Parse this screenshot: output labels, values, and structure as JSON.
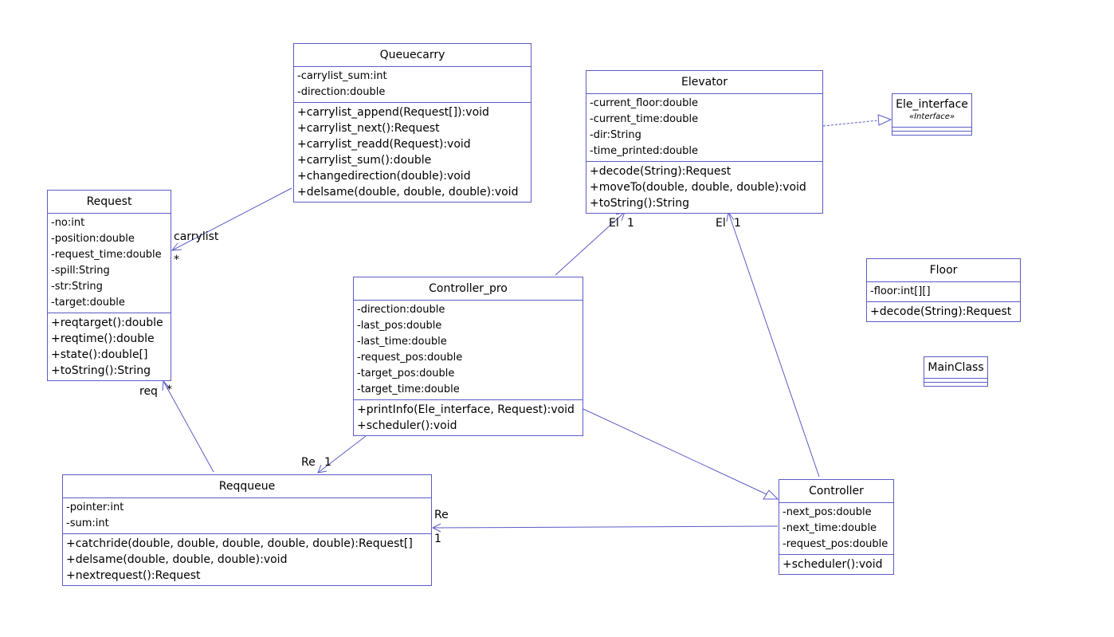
{
  "classes": {
    "queuecarry": {
      "name": "Queuecarry",
      "attributes": [
        "-carrylist_sum:int",
        "-direction:double"
      ],
      "operations": [
        "+carrylist_append(Request[]):void",
        "+carrylist_next():Request",
        "+carrylist_readd(Request):void",
        "+carrylist_sum():double",
        "+changedirection(double):void",
        "+delsame(double, double, double):void"
      ]
    },
    "elevator": {
      "name": "Elevator",
      "attributes": [
        "-current_floor:double",
        "-current_time:double",
        "-dir:String",
        "-time_printed:double"
      ],
      "operations": [
        "+decode(String):Request",
        "+moveTo(double, double, double):void",
        "+toString():String"
      ]
    },
    "ele_interface": {
      "name": "Ele_interface",
      "stereotype": "«Interface»"
    },
    "request": {
      "name": "Request",
      "attributes": [
        "-no:int",
        "-position:double",
        "-request_time:double",
        "-spill:String",
        "-str:String",
        "-target:double"
      ],
      "operations": [
        "+reqtarget():double",
        "+reqtime():double",
        "+state():double[]",
        "+toString():String"
      ]
    },
    "controller_pro": {
      "name": "Controller_pro",
      "attributes": [
        "-direction:double",
        "-last_pos:double",
        "-last_time:double",
        "-request_pos:double",
        "-target_pos:double",
        "-target_time:double"
      ],
      "operations": [
        "+printInfo(Ele_interface, Request):void",
        "+scheduler():void"
      ]
    },
    "floor": {
      "name": "Floor",
      "attributes": [
        "-floor:int[][]"
      ],
      "operations": [
        "+decode(String):Request"
      ]
    },
    "mainclass": {
      "name": "MainClass"
    },
    "reqqueue": {
      "name": "Reqqueue",
      "attributes": [
        "-pointer:int",
        "-sum:int"
      ],
      "operations": [
        "+catchride(double, double, double, double, double):Request[]",
        "+delsame(double, double, double):void",
        "+nextrequest():Request"
      ]
    },
    "controller": {
      "name": "Controller",
      "attributes": [
        "-next_pos:double",
        "-next_time:double",
        "-request_pos:double"
      ],
      "operations": [
        "+scheduler():void"
      ]
    }
  },
  "relations": [
    {
      "type": "association",
      "from": "Queuecarry",
      "to": "Request",
      "role": "carrylist",
      "multiplicity": "*"
    },
    {
      "type": "association",
      "from": "Reqqueue",
      "to": "Request",
      "role": "req",
      "multiplicity": "*"
    },
    {
      "type": "association",
      "from": "Controller_pro",
      "to": "Elevator",
      "role": "El",
      "multiplicity": "1"
    },
    {
      "type": "association",
      "from": "Controller",
      "to": "Elevator",
      "role": "El",
      "multiplicity": "1"
    },
    {
      "type": "association",
      "from": "Controller_pro",
      "to": "Reqqueue",
      "role": "Re",
      "multiplicity": "1"
    },
    {
      "type": "association",
      "from": "Controller",
      "to": "Reqqueue",
      "role": "Re",
      "multiplicity": "1"
    },
    {
      "type": "generalization",
      "from": "Controller_pro",
      "to": "Controller"
    },
    {
      "type": "realization",
      "from": "Elevator",
      "to": "Ele_interface"
    }
  ],
  "colors": {
    "line": "#5b5bc7",
    "text": "#000000",
    "background": "#ffffff"
  }
}
